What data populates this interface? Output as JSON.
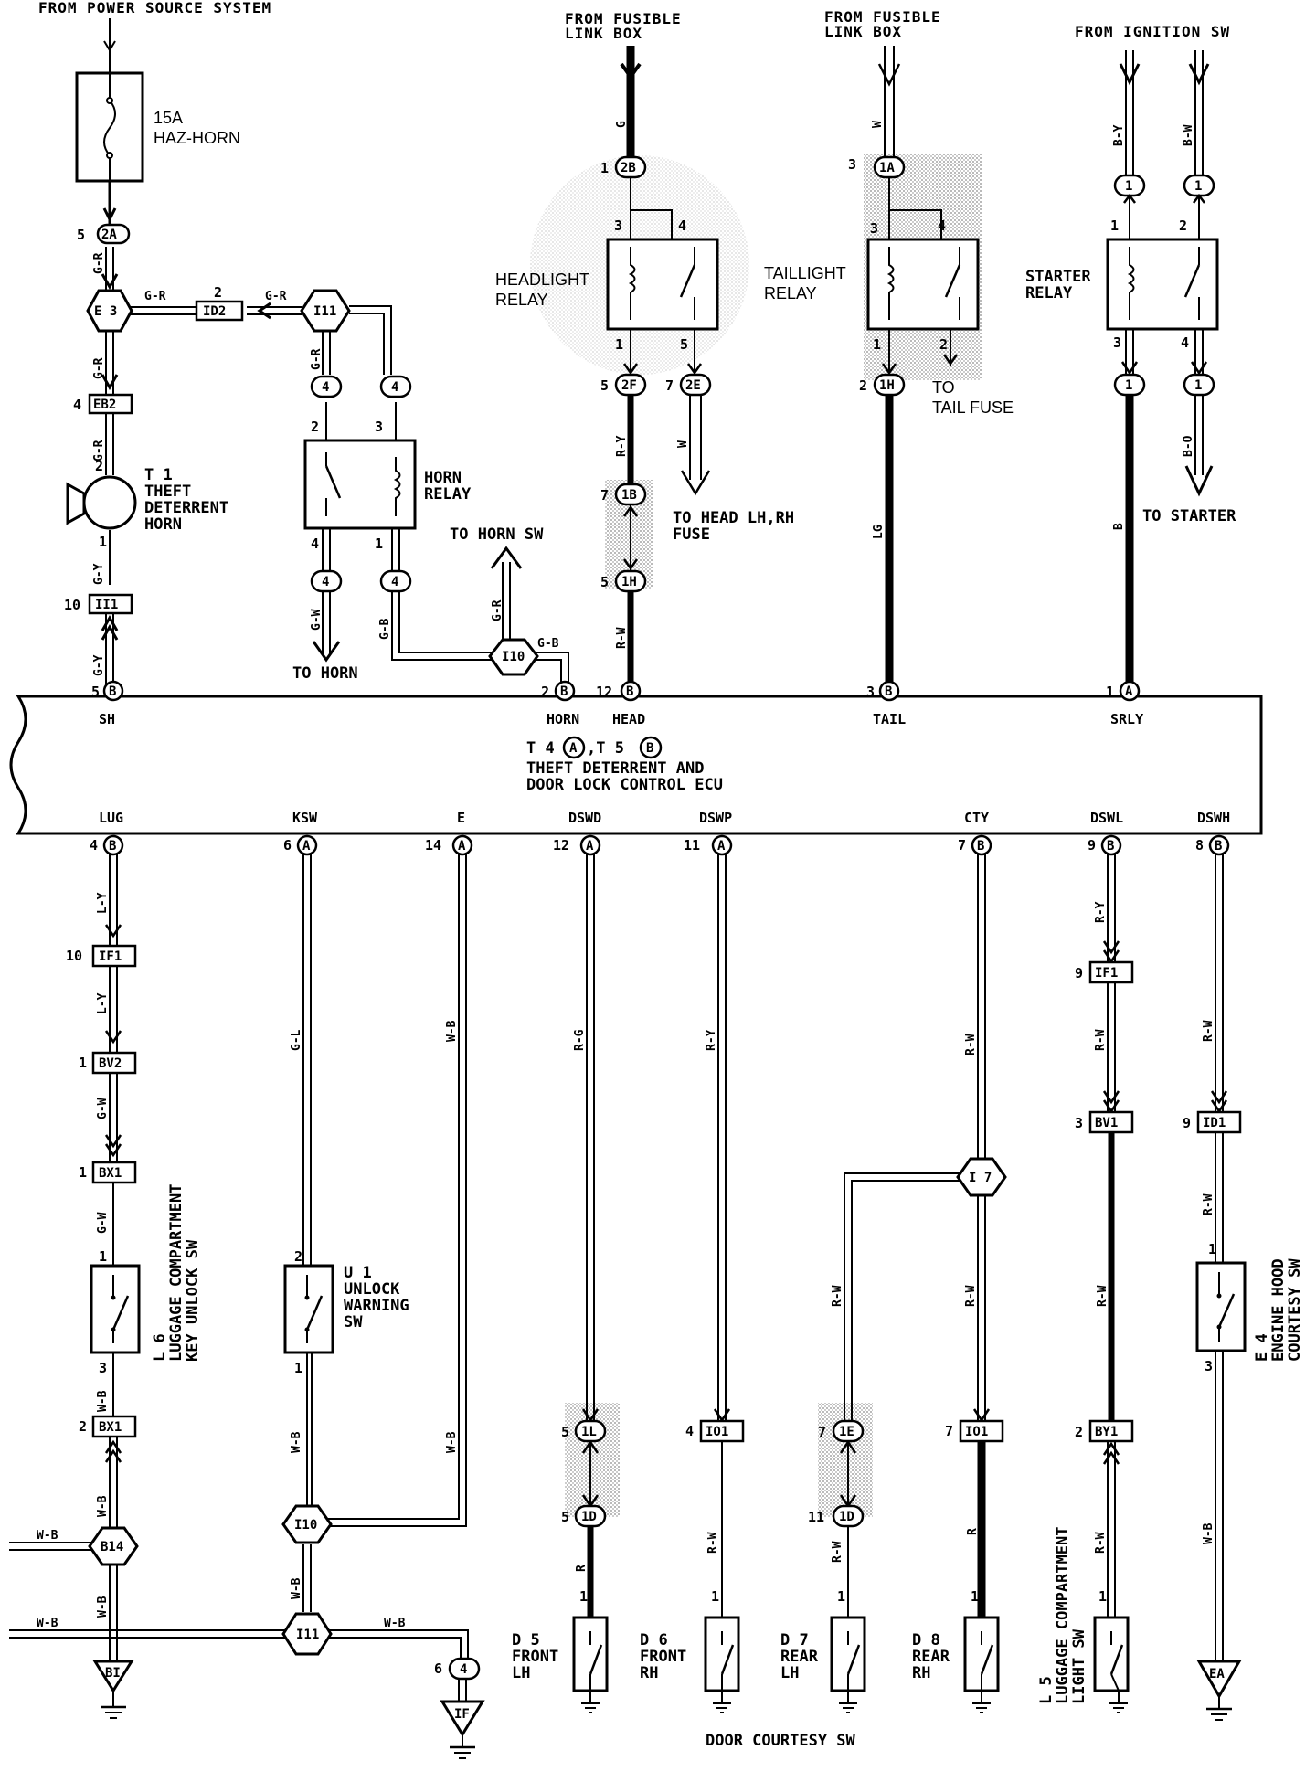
{
  "headers": {
    "power_source": "FROM POWER SOURCE SYSTEM",
    "fusible_link_1": [
      "FROM FUSIBLE",
      "LINK BOX"
    ],
    "fusible_link_2": [
      "FROM FUSIBLE",
      "LINK BOX"
    ],
    "ignition": "FROM IGNITION SW"
  },
  "fuse": {
    "rating": "15A",
    "name": "HAZ-HORN"
  },
  "relays": {
    "headlight": [
      "HEADLIGHT",
      "RELAY"
    ],
    "taillight": [
      "TAILLIGHT",
      "RELAY"
    ],
    "starter": [
      "STARTER",
      "RELAY"
    ],
    "horn": [
      "HORN",
      "RELAY"
    ]
  },
  "horn": {
    "id": "T 1",
    "name": [
      "THEFT",
      "DETERRENT",
      "HORN"
    ]
  },
  "destinations": {
    "horn_sw": "TO HORN SW",
    "horn": "TO HORN",
    "head_fuse": [
      "TO HEAD LH,RH",
      "FUSE"
    ],
    "tail_fuse": [
      "TO",
      "TAIL FUSE"
    ],
    "starter": "TO STARTER"
  },
  "ecu": {
    "title": [
      "T 4",
      "A",
      ",T 5",
      "B"
    ],
    "name": [
      "THEFT DETERRENT AND",
      "DOOR LOCK CONTROL ECU"
    ],
    "top_pins": [
      "SH",
      "HORN",
      "HEAD",
      "TAIL",
      "SRLY"
    ],
    "bottom_pins": [
      "LUG",
      "KSW",
      "E",
      "DSWD",
      "DSWP",
      "CTY",
      "DSWL",
      "DSWH"
    ]
  },
  "switches": {
    "L6": [
      "L 6",
      "LUGGAGE COMPARTMENT",
      "KEY UNLOCK SW"
    ],
    "U1": [
      "U 1",
      "UNLOCK",
      "WARNING",
      "SW"
    ],
    "D5": [
      "D 5",
      "FRONT",
      "LH"
    ],
    "D6": [
      "D 6",
      "FRONT",
      "RH"
    ],
    "D7": [
      "D 7",
      "REAR",
      "LH"
    ],
    "D8": [
      "D 8",
      "REAR",
      "RH"
    ],
    "L5": [
      "L 5",
      "LUGGAGE COMPARTMENT",
      "LIGHT SW"
    ],
    "E4": [
      "E 4",
      "ENGINE HOOD",
      "COURTESY SW"
    ]
  },
  "door_courtesy": "DOOR COURTESY SW",
  "grounds": [
    "BI",
    "IF",
    "EA"
  ],
  "connectors": {
    "c2A": "2A",
    "cE3": "E 3",
    "cID2": "ID2",
    "cI11a": "I11",
    "cEB2": "EB2",
    "cII1": "II1",
    "c4a": "4",
    "c4b": "4",
    "c4c": "4",
    "c4d": "4",
    "cI10a": "I10",
    "c2B": "2B",
    "c2F": "2F",
    "c2E": "2E",
    "c1B": "1B",
    "c1H": "1H",
    "c1A": "1A",
    "c1Ht": "1H",
    "c1s1": "1",
    "c1s2": "1",
    "c1s3": "1",
    "c1s4": "1",
    "cIF1a": "IF1",
    "cBV2": "BV2",
    "cBX1a": "BX1",
    "cBX1b": "BX1",
    "cB14": "B14",
    "cI10b": "I10",
    "cI11b": "I11",
    "c4e": "4",
    "c1L": "1L",
    "c1D": "1D",
    "cIO1a": "IO1",
    "cI7": "I 7",
    "c1E": "1E",
    "c1D2": "1D",
    "cIO1b": "IO1",
    "cIF1b": "IF1",
    "cBV1": "BV1",
    "cBY1": "BY1",
    "cID1": "ID1"
  },
  "pin_letters": {
    "sh": "B",
    "horn": "B",
    "head": "B",
    "tail": "B",
    "srly": "A",
    "lug": "B",
    "ksw": "A",
    "e": "A",
    "dswd": "A",
    "dswp": "A",
    "cty": "B",
    "dswl": "B",
    "dswh": "B"
  },
  "wire_colors": {
    "w1": "G-R",
    "w2": "G-R",
    "w3": "G-R",
    "w4": "G-R",
    "w5": "G-R",
    "w6": "G-R",
    "w7": "G-Y",
    "w8": "G-Y",
    "w9": "G-W",
    "w10": "G-B",
    "w11": "G-B",
    "w12": "G-R",
    "w13": "G",
    "w14": "R-Y",
    "w15": "R-W",
    "w16": "W",
    "w17": "W",
    "w18": "LG",
    "w19": "B-Y",
    "w20": "B-W",
    "w21": "B",
    "w22": "B-O",
    "w23": "L-Y",
    "w24": "L-Y",
    "w25": "G-W",
    "w26": "G-W",
    "w27": "W-B",
    "w28": "W-B",
    "w29": "W-B",
    "w30": "W-B",
    "w31": "W-B",
    "w32": "G-L",
    "w33": "W-B",
    "w34": "W-B",
    "w35": "W-B",
    "w36": "W-B",
    "w37": "W-B",
    "w38": "R-G",
    "w39": "R",
    "w40": "R-Y",
    "w41": "R-W",
    "w42": "R-W",
    "w43": "R-W",
    "w44": "R-W",
    "w45": "R",
    "w46": "R-Y",
    "w47": "R-W",
    "w48": "R-W",
    "w49": "R-W",
    "w50": "R-W",
    "w51": "R-W",
    "w52": "W-B"
  },
  "pins": {
    "p5a": "5",
    "p2a": "2",
    "p4a": "4",
    "p2b": "2",
    "p1a": "1",
    "p10a": "10",
    "p5b": "5",
    "p2c": "2",
    "p3a": "3",
    "p4b": "4",
    "p1b": "1",
    "p1c": "1",
    "p3b": "3",
    "p4c": "4",
    "p1d": "1",
    "p5c": "5",
    "p5d": "5",
    "p7a": "7",
    "p7b": "7",
    "p5e": "5",
    "p3c": "3",
    "p3d": "3",
    "p4d": "4",
    "p1e": "1",
    "p2d": "2",
    "p2e": "2",
    "p1f": "1",
    "p2f": "2",
    "p3e": "3",
    "p4e": "4",
    "p2g": "2",
    "p12a": "12",
    "p3f": "3",
    "p1g": "1",
    "p4f": "4",
    "p6a": "6",
    "p14a": "14",
    "p12b": "12",
    "p11a": "11",
    "p7c": "7",
    "p9a": "9",
    "p8a": "8",
    "p10b": "10",
    "p1h": "1",
    "p1i": "1",
    "p1j": "1",
    "p3g": "3",
    "p2h": "2",
    "p2i": "2",
    "p1k": "1",
    "p6b": "6",
    "p5f": "5",
    "p5g": "5",
    "p1l": "1",
    "p4g": "4",
    "p1m": "1",
    "p7d": "7",
    "p11b": "11",
    "p1n": "1",
    "p7e": "7",
    "p1o": "1",
    "p9b": "9",
    "p3h": "3",
    "p2j": "2",
    "p1p": "1",
    "p9c": "9",
    "p1q": "1",
    "p3i": "3"
  }
}
